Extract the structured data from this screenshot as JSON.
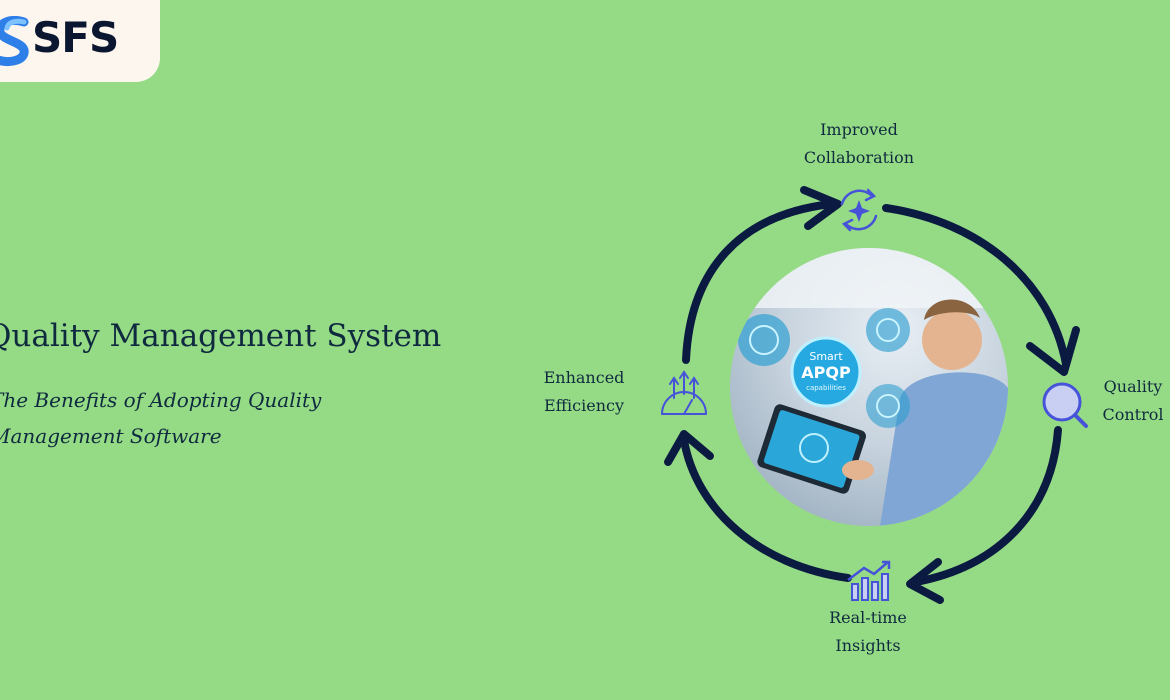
{
  "logo": {
    "text": "SFS"
  },
  "headline": "Quality Management System",
  "subhead": {
    "line1": "The Benefits of Adopting Quality",
    "line2": "Management Software"
  },
  "cycle": {
    "top": {
      "line1": "Improved",
      "line2": "Collaboration",
      "icon": "collaboration-sparkle-icon"
    },
    "right": {
      "line1": "Quality",
      "line2": "Control",
      "icon": "magnifier-icon"
    },
    "bottom": {
      "line1": "Real-time",
      "line2": "Insights",
      "icon": "bar-chart-icon"
    },
    "left": {
      "line1": "Enhanced",
      "line2": "Efficiency",
      "icon": "gauge-arrows-icon"
    }
  },
  "photo": {
    "line1": "Smart",
    "line2": "APQP",
    "line3": "capabilities"
  },
  "colors": {
    "background": "#95db86",
    "arrow": "#0b1a40",
    "icon": "#4653d9",
    "text": "#0f2a3f"
  }
}
